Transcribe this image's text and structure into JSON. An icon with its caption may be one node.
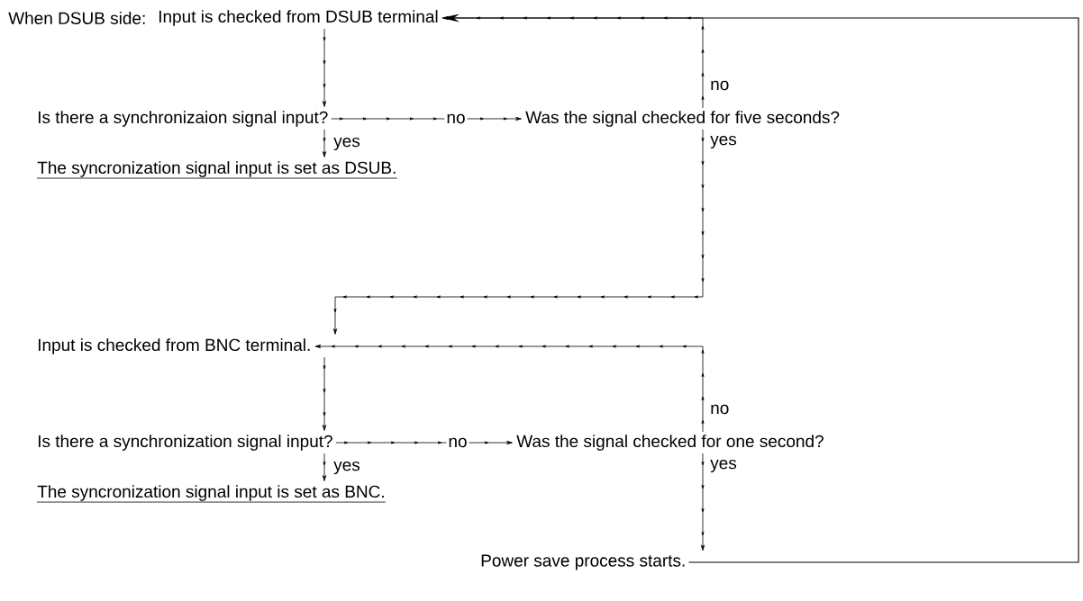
{
  "diagram": {
    "nodes": [
      {
        "text": [
          "Input is checked from DSUB terminal"
        ]
      },
      {
        "text": [
          "Is there a synchronizaion signal input?"
        ]
      },
      {
        "text": [
          "Was the signal checked for five seconds?"
        ]
      },
      {
        "text": [
          "The syncronization signal input is set as DSUB."
        ]
      },
      {
        "text": [
          "Input is checked from BNC terminal."
        ]
      },
      {
        "text": [
          "Is there a synchronization signal input?"
        ]
      },
      {
        "text": [
          "Was the signal checked for one second?"
        ]
      },
      {
        "text": [
          "The syncronization signal input is set as BNC."
        ]
      },
      {
        "text": [
          "Power save process starts."
        ]
      }
    ],
    "edges": [
      {
        "from": 0,
        "to": 1,
        "arrow": "to"
      },
      {
        "from": 1,
        "to": 2,
        "arrow": "to",
        "label": "no"
      },
      {
        "from": 2,
        "to": 0,
        "arrow": "to",
        "label": "no"
      },
      {
        "from": 1,
        "to": 3,
        "arrow": "to",
        "label": "yes"
      },
      {
        "from": 2,
        "to": 4,
        "arrow": "to",
        "label": "yes"
      },
      {
        "from": 4,
        "to": 5,
        "arrow": "to"
      },
      {
        "from": 5,
        "to": 6,
        "arrow": "to",
        "label": "no"
      },
      {
        "from": 6,
        "to": 4,
        "arrow": "to",
        "label": "no"
      },
      {
        "from": 5,
        "to": 7,
        "arrow": "to",
        "label": "yes"
      },
      {
        "from": 6,
        "to": 8,
        "arrow": "to",
        "label": "yes"
      },
      {
        "from": 8,
        "to": 0,
        "arrow": "to"
      }
    ],
    "labels": [
      "When DSUB side:"
    ]
  }
}
